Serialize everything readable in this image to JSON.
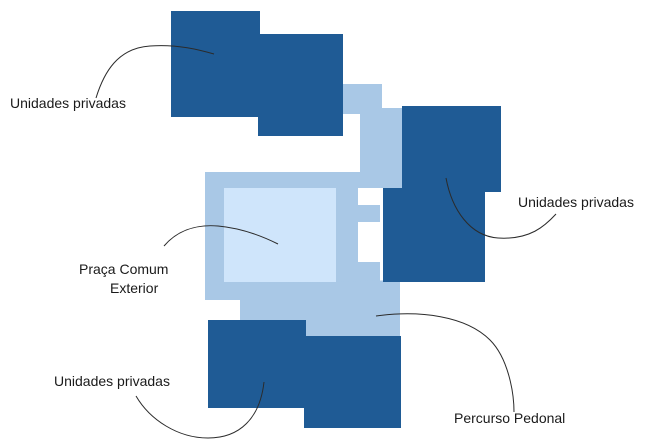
{
  "colors": {
    "private_units": "#1f5b95",
    "pedestrian_path": "#a9c8e6",
    "common_square": "#cfe5fb",
    "background": "#ffffff",
    "text": "#1a1a1a",
    "leader_line": "#2b2b2b"
  },
  "labels": {
    "private_units_top_left": "Unidades privadas",
    "private_units_right": "Unidades privadas",
    "private_units_bottom_left": "Unidades privadas",
    "common_square_line1": "Praça Comum",
    "common_square_line2": "Exterior",
    "pedestrian_path": "Percurso Pedonal"
  }
}
